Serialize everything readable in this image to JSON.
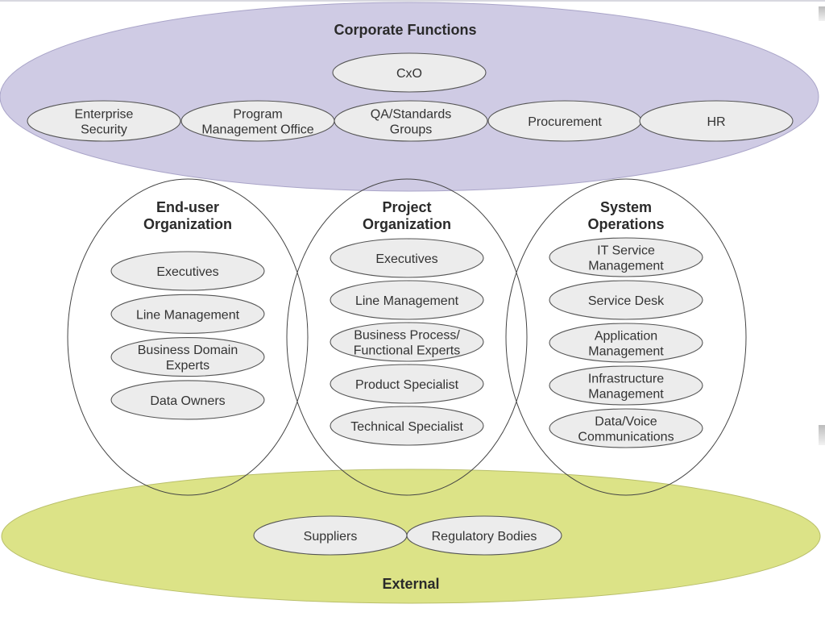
{
  "colors": {
    "corporate_fill": "#cfcbe4",
    "external_fill": "#dce387",
    "node_fill": "#ececec",
    "outline": "#555555"
  },
  "corporate": {
    "title": "Corporate Functions",
    "nodes": [
      {
        "lines": [
          "CxO"
        ]
      },
      {
        "lines": [
          "Enterprise",
          "Security"
        ]
      },
      {
        "lines": [
          "Program",
          "Management Office"
        ]
      },
      {
        "lines": [
          "QA/Standards",
          "Groups"
        ]
      },
      {
        "lines": [
          "Procurement"
        ]
      },
      {
        "lines": [
          "HR"
        ]
      }
    ]
  },
  "organizations": [
    {
      "title": [
        "End-user",
        "Organization"
      ],
      "nodes": [
        {
          "lines": [
            "Executives"
          ]
        },
        {
          "lines": [
            "Line Management"
          ]
        },
        {
          "lines": [
            "Business Domain",
            "Experts"
          ]
        },
        {
          "lines": [
            "Data Owners"
          ]
        }
      ]
    },
    {
      "title": [
        "Project",
        "Organization"
      ],
      "nodes": [
        {
          "lines": [
            "Executives"
          ]
        },
        {
          "lines": [
            "Line Management"
          ]
        },
        {
          "lines": [
            "Business Process/",
            "Functional Experts"
          ]
        },
        {
          "lines": [
            "Product Specialist"
          ]
        },
        {
          "lines": [
            "Technical Specialist"
          ]
        }
      ]
    },
    {
      "title": [
        "System",
        "Operations"
      ],
      "nodes": [
        {
          "lines": [
            "IT Service",
            "Management"
          ]
        },
        {
          "lines": [
            "Service Desk"
          ]
        },
        {
          "lines": [
            "Application",
            "Management"
          ]
        },
        {
          "lines": [
            "Infrastructure",
            "Management"
          ]
        },
        {
          "lines": [
            "Data/Voice",
            "Communications"
          ]
        }
      ]
    }
  ],
  "external": {
    "title": "External",
    "nodes": [
      {
        "lines": [
          "Suppliers"
        ]
      },
      {
        "lines": [
          "Regulatory Bodies"
        ]
      }
    ]
  }
}
